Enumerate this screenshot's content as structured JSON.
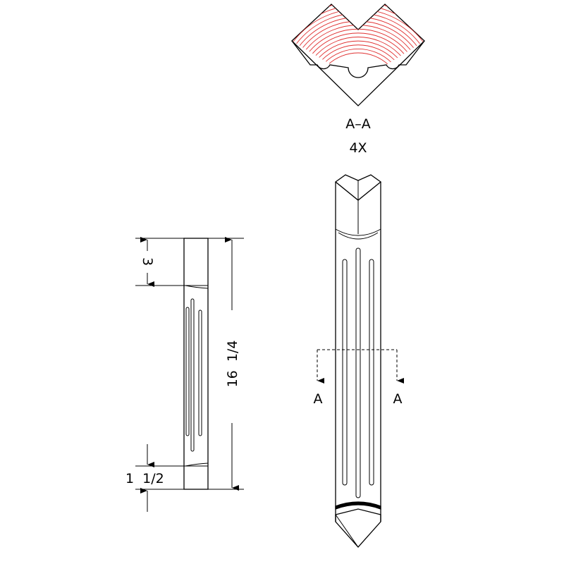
{
  "section_view": {
    "label": "A–A",
    "scale": "4X"
  },
  "cut_line": {
    "left_label": "A",
    "right_label": "A"
  },
  "dimensions": {
    "top_length": "3",
    "bottom_length": "1  1/2",
    "overall_length": "16  1/4"
  },
  "colors": {
    "grain": "#e03030",
    "line": "#000000"
  }
}
